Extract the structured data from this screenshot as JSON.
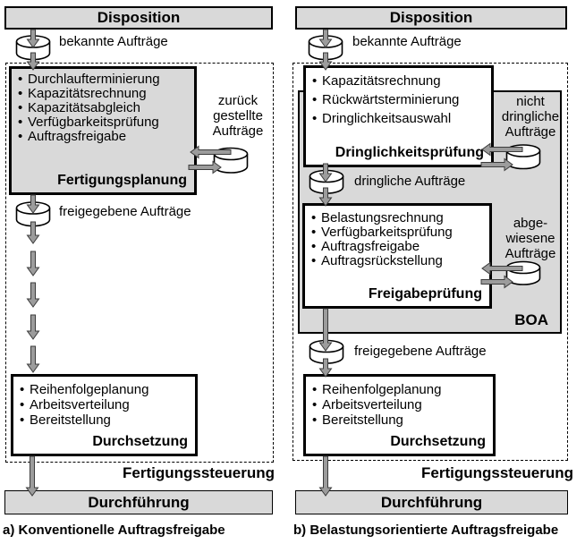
{
  "glyphs": {
    "bullet": "•"
  },
  "colors": {
    "panel_fill": "#d9d9d9",
    "arrow_fill": "#9c9c9c",
    "line": "#000000"
  },
  "panel_a": {
    "header": "Disposition",
    "known_orders_label": "bekannte Aufträge",
    "planning_box": {
      "items": [
        "Durchlaufterminierung",
        "Kapazitätsrechnung",
        "Kapazitätsabgleich",
        "Verfügbarkeitsprüfung",
        "Auftragsfreigabe"
      ],
      "label": "Fertigungsplanung"
    },
    "deferred_orders_label": "zurück gestellte Aufträge",
    "released_orders_label": "freigegebene Aufträge",
    "execution_box": {
      "items": [
        "Reihenfolgeplanung",
        "Arbeitsverteilung",
        "Bereitstellung"
      ],
      "label": "Durchsetzung"
    },
    "control_label": "Fertigungssteuerung",
    "footer": "Durchführung",
    "caption": "a) Konventionelle Auftragsfreigabe"
  },
  "panel_b": {
    "header": "Disposition",
    "known_orders_label": "bekannte Aufträge",
    "urgency_box": {
      "items": [
        "Kapazitätsrechnung",
        "Rückwärtsterminierung",
        "Dringlichkeitsauswahl"
      ],
      "label": "Dringlichkeitsprüfung"
    },
    "not_urgent_orders_label": "nicht dringliche Aufträge",
    "urgent_orders_label": "dringliche Aufträge",
    "release_box": {
      "items": [
        "Belastungsrechnung",
        "Verfügbarkeitsprüfung",
        "Auftragsfreigabe",
        "Auftragsrückstellung"
      ],
      "label": "Freigabeprüfung"
    },
    "rejected_orders_label": "abge-wiesene Aufträge",
    "boa_label": "BOA",
    "released_orders_label": "freigegebene Aufträge",
    "execution_box": {
      "items": [
        "Reihenfolgeplanung",
        "Arbeitsverteilung",
        "Bereitstellung"
      ],
      "label": "Durchsetzung"
    },
    "control_label": "Fertigungssteuerung",
    "footer": "Durchführung",
    "caption": "b) Belastungsorientierte Auftragsfreigabe"
  }
}
